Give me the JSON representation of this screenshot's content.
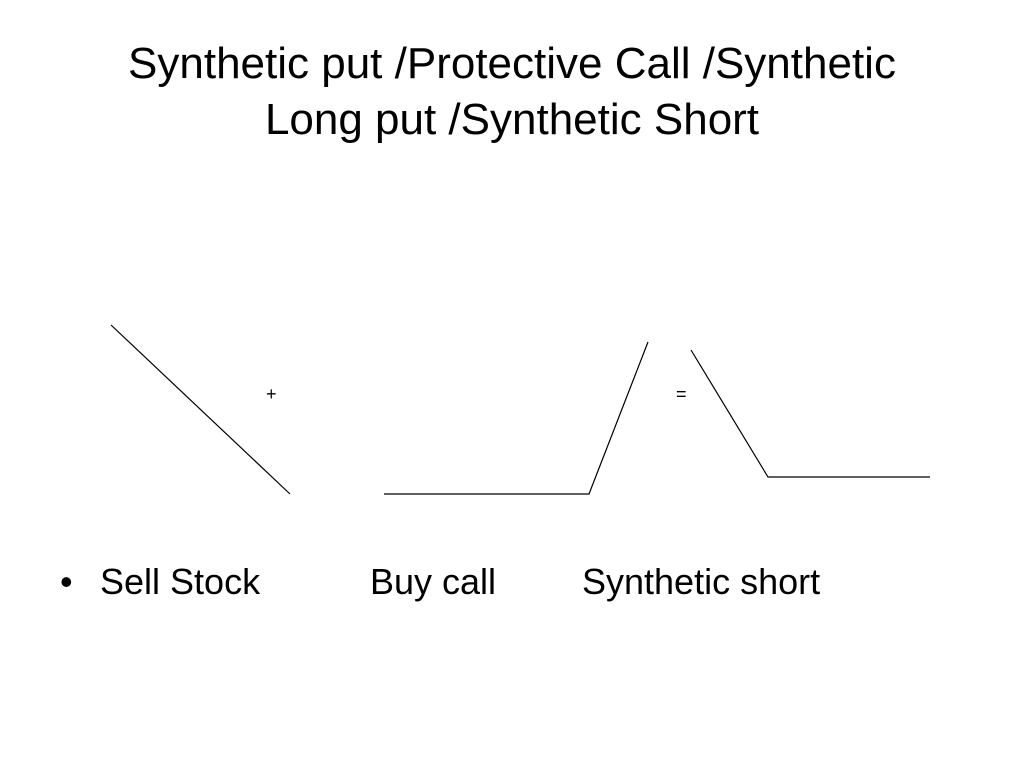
{
  "title": {
    "line1": "Synthetic put /Protective Call /Synthetic",
    "line2": "Long put /Synthetic Short"
  },
  "operators": {
    "plus": "+",
    "equals": "="
  },
  "captions": {
    "bullet": "•",
    "sell_stock": "Sell Stock",
    "buy_call": "Buy call",
    "synthetic_short": "Synthetic short"
  },
  "colors": {
    "background": "#ffffff",
    "ink": "#000000"
  }
}
